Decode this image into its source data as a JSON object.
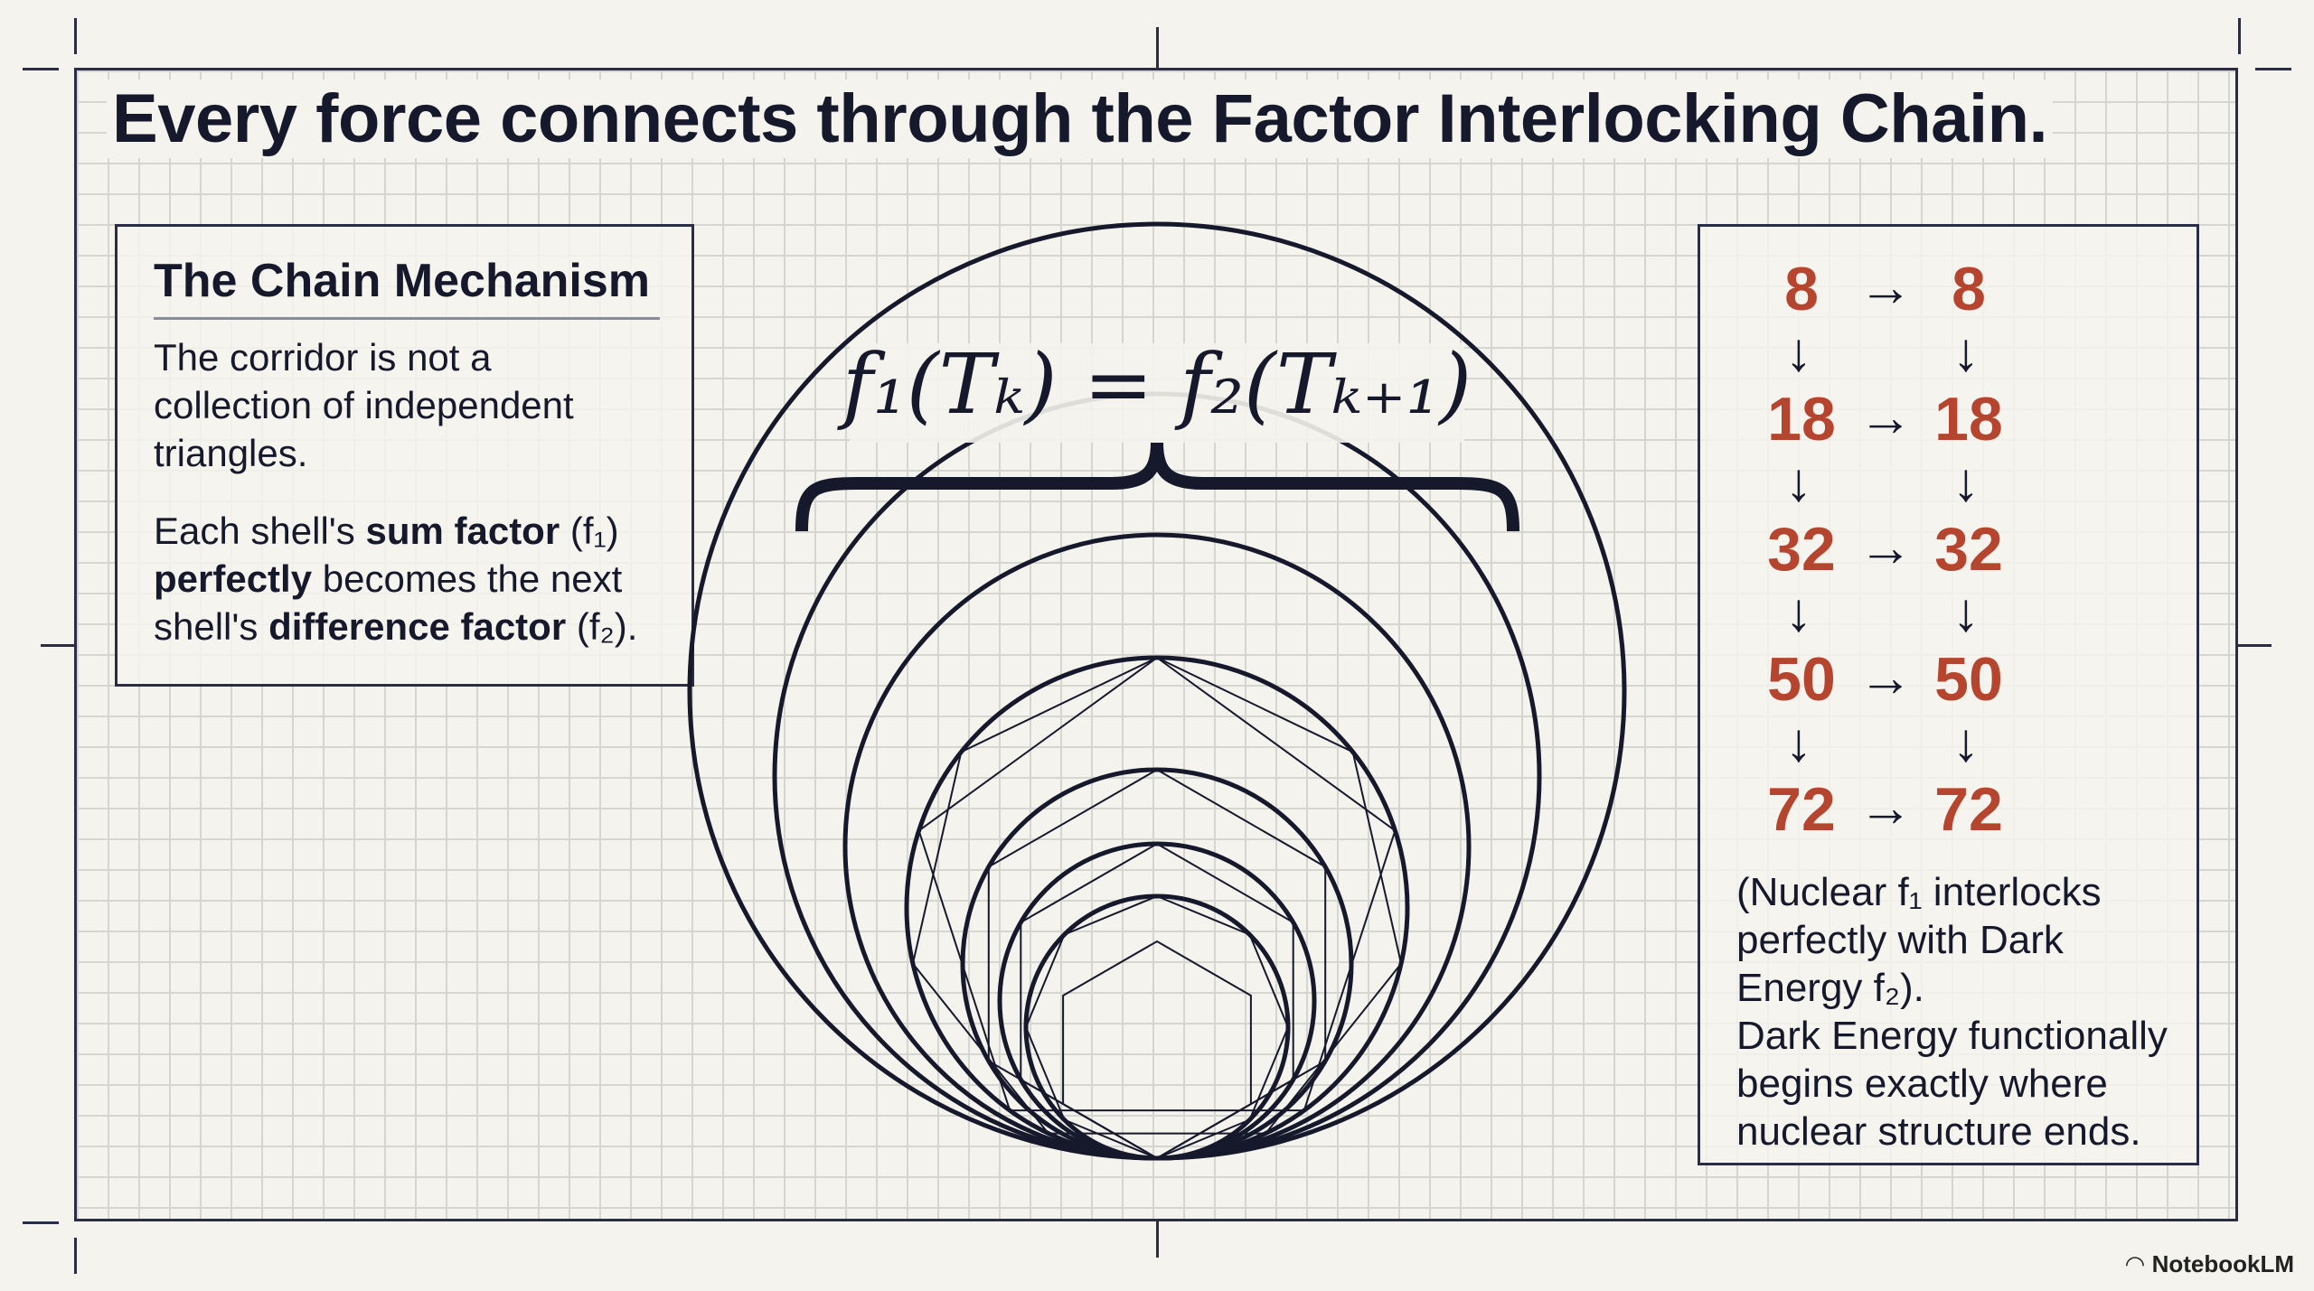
{
  "title": "Every force connects through the Factor Interlocking Chain.",
  "left_panel": {
    "heading": "The Chain Mechanism",
    "para1": "The corridor is not a collection of independent triangles.",
    "para2": {
      "t1": "Each shell's ",
      "b1": "sum factor",
      "t2": " (f₁) ",
      "b2": "perfectly",
      "t3": " becomes the next shell's ",
      "b3": "difference factor",
      "t4": " (f₂)."
    }
  },
  "formula": {
    "lhs": "f₁(Tₖ)",
    "eq": "=",
    "rhs": "f₂(Tₖ₊₁)"
  },
  "chain": {
    "rows": [
      [
        "8",
        "8"
      ],
      [
        "18",
        "18"
      ],
      [
        "32",
        "32"
      ],
      [
        "50",
        "50"
      ],
      [
        "72",
        "72"
      ]
    ],
    "right_arrow": "→",
    "down_arrow": "↓",
    "number_color": "#b5452e"
  },
  "right_panel": {
    "text1": "(Nuclear f₁ interlocks perfectly with Dark Energy f₂).",
    "text2": "Dark Energy functionally begins exactly where nuclear structure ends."
  },
  "brand": "NotebookLM"
}
